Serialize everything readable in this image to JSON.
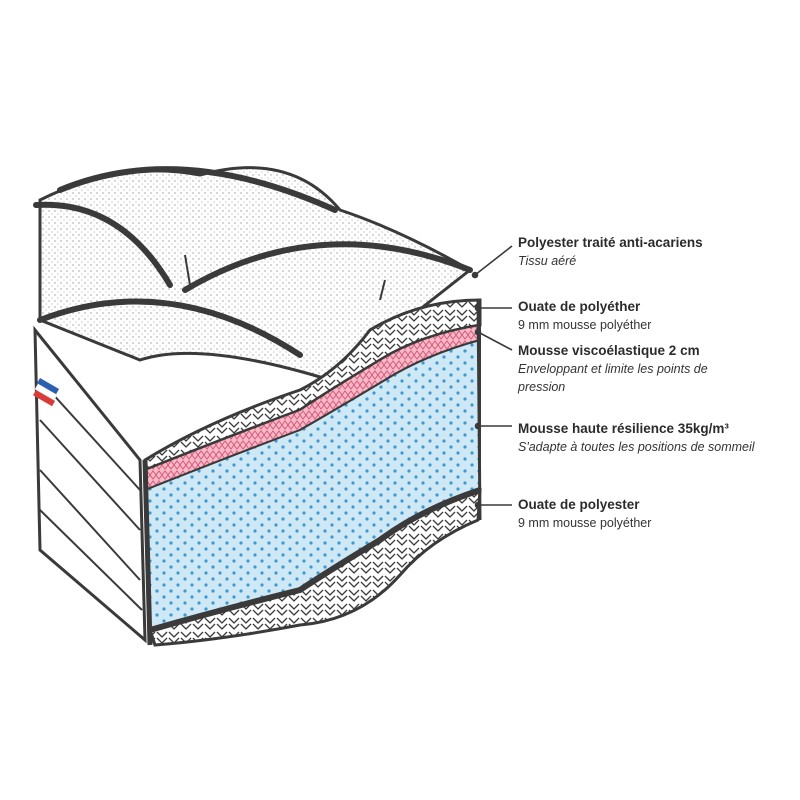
{
  "labels": [
    {
      "title": "Polyester traité anti-acariens",
      "subtitle": "Tissu aéré",
      "italic": true
    },
    {
      "title": "Ouate de polyéther",
      "subtitle": "9 mm mousse polyéther",
      "italic": false
    },
    {
      "title": "Mousse viscoélastique 2 cm",
      "subtitle": "Enveloppant et limite les points de pression",
      "italic": true
    },
    {
      "title": "Mousse haute résilience 35kg/m³",
      "subtitle": "S'adapte à toutes les positions de sommeil",
      "italic": true
    },
    {
      "title": "Ouate de polyester",
      "subtitle": "9 mm mousse polyéther",
      "italic": false
    }
  ],
  "colors": {
    "outline": "#3a3a3a",
    "foam_blue": "#cfe8f6",
    "foam_dots": "#3d9ad0",
    "visco_pink": "#f6b9c8",
    "visco_pattern": "#d85a7a",
    "flag_blue": "#2c5fb0",
    "flag_red": "#d93a3a"
  }
}
